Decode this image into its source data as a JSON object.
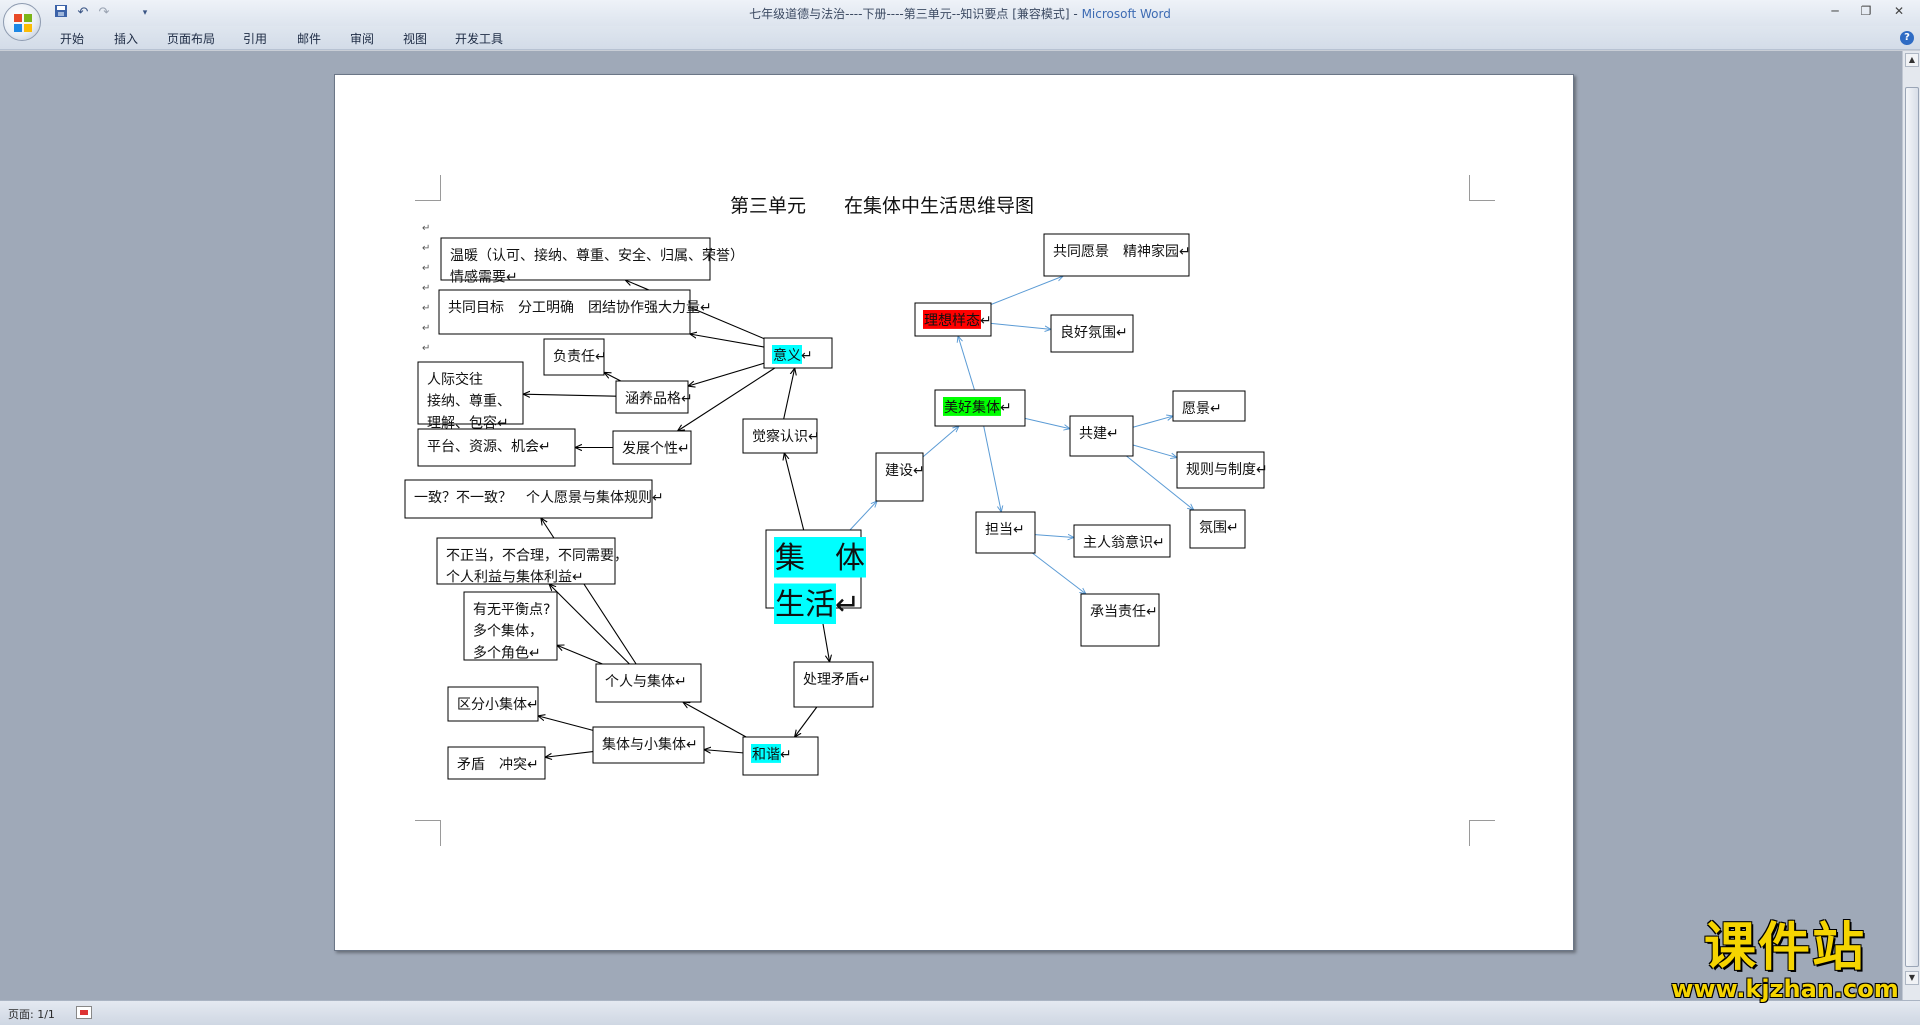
{
  "window": {
    "title": "七年级道德与法治----下册----第三单元--知识要点 [兼容模式] - ",
    "app_name": "Microsoft Word"
  },
  "quick_access": {
    "save_icon": "save-icon",
    "undo_icon": "undo-icon",
    "redo_icon": "redo-icon",
    "customize_icon": "dropdown-icon"
  },
  "ribbon": {
    "tabs": [
      "开始",
      "插入",
      "页面布局",
      "引用",
      "邮件",
      "审阅",
      "视图",
      "开发工具"
    ]
  },
  "colors": {
    "cyan_highlight": "#00ffff",
    "green_highlight": "#00ff00",
    "red_highlight": "#ff0000",
    "blue_connector": "#5b9bd5",
    "black_connector": "#000000"
  },
  "document": {
    "heading": "第三单元　　在集体中生活思维导图",
    "paragraph_mark": "↵",
    "nodes": [
      {
        "id": "center",
        "lines": [
          "集　体",
          "生活"
        ],
        "highlight": "cyan"
      },
      {
        "id": "yiyi",
        "lines": [
          "意义"
        ],
        "highlight": "cyan"
      },
      {
        "id": "juecha",
        "lines": [
          "觉察认识"
        ]
      },
      {
        "id": "wennuan",
        "lines": [
          "温暖（认可、接纳、尊重、安全、归属、荣誉）",
          "情感需要"
        ]
      },
      {
        "id": "gongtong",
        "lines": [
          "共同目标　分工明确　团结协作强大力量"
        ]
      },
      {
        "id": "fuzeren",
        "lines": [
          "负责任"
        ]
      },
      {
        "id": "renji",
        "lines": [
          "人际交往",
          "接纳、尊重、",
          "理解、包容"
        ]
      },
      {
        "id": "hanyang",
        "lines": [
          "涵养品格"
        ]
      },
      {
        "id": "pingtai",
        "lines": [
          "平台、资源、机会"
        ]
      },
      {
        "id": "fazhan",
        "lines": [
          "发展个性"
        ]
      },
      {
        "id": "yizhi",
        "lines": [
          "一致？不一致？　个人愿景与集体规则"
        ]
      },
      {
        "id": "buzhengdang",
        "lines": [
          "不正当，不合理，不同需要，",
          "个人利益与集体利益"
        ]
      },
      {
        "id": "youwu",
        "lines": [
          "有无平衡点?",
          "多个集体，",
          "多个角色"
        ]
      },
      {
        "id": "geren",
        "lines": [
          "个人与集体"
        ]
      },
      {
        "id": "qufen",
        "lines": [
          "区分小集体"
        ]
      },
      {
        "id": "maodun",
        "lines": [
          "矛盾　冲突"
        ]
      },
      {
        "id": "jitiyu",
        "lines": [
          "集体与小集体"
        ]
      },
      {
        "id": "hexie",
        "lines": [
          "和谐"
        ],
        "highlight": "cyan"
      },
      {
        "id": "chuli",
        "lines": [
          "处理矛盾"
        ]
      },
      {
        "id": "jianshe",
        "lines": [
          "建设"
        ]
      },
      {
        "id": "meihao",
        "lines": [
          "美好集体"
        ],
        "highlight": "green"
      },
      {
        "id": "lixiang",
        "lines": [
          "理想样态"
        ],
        "highlight": "red"
      },
      {
        "id": "yuanjing1",
        "lines": [
          "共同愿景　精神家园"
        ]
      },
      {
        "id": "lianghao",
        "lines": [
          "良好氛围"
        ]
      },
      {
        "id": "gongjian",
        "lines": [
          "共建"
        ]
      },
      {
        "id": "yuanjing2",
        "lines": [
          "愿景"
        ]
      },
      {
        "id": "guize",
        "lines": [
          "规则与制度"
        ]
      },
      {
        "id": "fenwei",
        "lines": [
          "氛围"
        ]
      },
      {
        "id": "dandang",
        "lines": [
          "担当"
        ]
      },
      {
        "id": "zhuren",
        "lines": [
          "主人翁意识"
        ]
      },
      {
        "id": "chengdan",
        "lines": [
          "承当责任"
        ]
      }
    ],
    "edges": [
      {
        "from": "center",
        "to": "juecha",
        "style": "black"
      },
      {
        "from": "juecha",
        "to": "yiyi",
        "style": "black"
      },
      {
        "from": "yiyi",
        "to": "wennuan",
        "style": "black"
      },
      {
        "from": "yiyi",
        "to": "gongtong",
        "style": "black"
      },
      {
        "from": "yiyi",
        "to": "hanyang",
        "style": "black"
      },
      {
        "from": "yiyi",
        "to": "fazhan",
        "style": "black"
      },
      {
        "from": "hanyang",
        "to": "fuzeren",
        "style": "black"
      },
      {
        "from": "hanyang",
        "to": "renji",
        "style": "black"
      },
      {
        "from": "fazhan",
        "to": "pingtai",
        "style": "black"
      },
      {
        "from": "center",
        "to": "chuli",
        "style": "black"
      },
      {
        "from": "chuli",
        "to": "hexie",
        "style": "black"
      },
      {
        "from": "hexie",
        "to": "geren",
        "style": "black"
      },
      {
        "from": "hexie",
        "to": "jitiyu",
        "style": "black"
      },
      {
        "from": "geren",
        "to": "yizhi",
        "style": "black"
      },
      {
        "from": "geren",
        "to": "buzhengdang",
        "style": "black"
      },
      {
        "from": "geren",
        "to": "youwu",
        "style": "black"
      },
      {
        "from": "jitiyu",
        "to": "qufen",
        "style": "black"
      },
      {
        "from": "jitiyu",
        "to": "maodun",
        "style": "black"
      },
      {
        "from": "center",
        "to": "jianshe",
        "style": "blue"
      },
      {
        "from": "jianshe",
        "to": "meihao",
        "style": "blue"
      },
      {
        "from": "meihao",
        "to": "lixiang",
        "style": "blue"
      },
      {
        "from": "lixiang",
        "to": "yuanjing1",
        "style": "blue"
      },
      {
        "from": "lixiang",
        "to": "lianghao",
        "style": "blue"
      },
      {
        "from": "meihao",
        "to": "gongjian",
        "style": "blue"
      },
      {
        "from": "meihao",
        "to": "dandang",
        "style": "blue"
      },
      {
        "from": "gongjian",
        "to": "yuanjing2",
        "style": "blue"
      },
      {
        "from": "gongjian",
        "to": "guize",
        "style": "blue"
      },
      {
        "from": "gongjian",
        "to": "fenwei",
        "style": "blue"
      },
      {
        "from": "dandang",
        "to": "zhuren",
        "style": "blue"
      },
      {
        "from": "dandang",
        "to": "chengdan",
        "style": "blue"
      }
    ]
  },
  "status_bar": {
    "page_count": "页面: 1/1",
    "proofing_icon": "proofing-icon"
  },
  "watermark": {
    "text": "课件站",
    "url": "www.kjzhan.com"
  }
}
